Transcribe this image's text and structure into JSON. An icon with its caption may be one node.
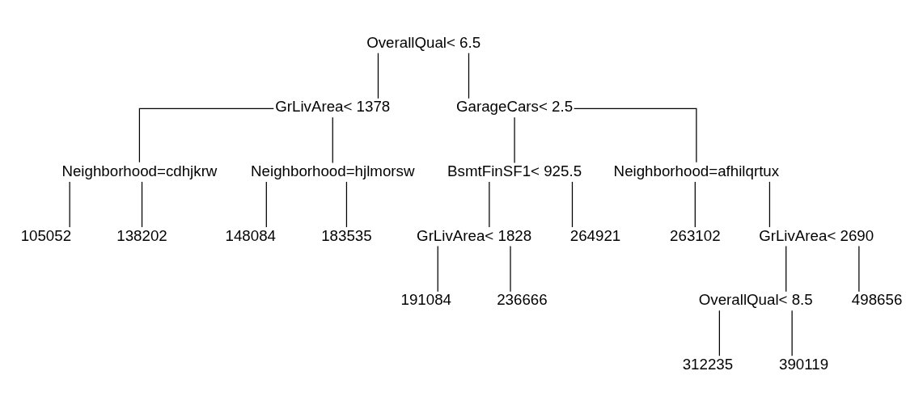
{
  "diagram": {
    "nodes": [
      {
        "text": [
          "OverallQual< 6.5"
        ]
      },
      {
        "text": [
          "GrLivArea< 1378"
        ]
      },
      {
        "text": [
          "GarageCars< 2.5"
        ]
      },
      {
        "text": [
          "Neighborhood=cdhjkrw"
        ]
      },
      {
        "text": [
          "Neighborhood=hjlmorsw"
        ]
      },
      {
        "text": [
          "BsmtFinSF1< 925.5"
        ]
      },
      {
        "text": [
          "Neighborhood=afhilqrtux"
        ]
      },
      {
        "text": [
          "105052"
        ]
      },
      {
        "text": [
          "138202"
        ]
      },
      {
        "text": [
          "148084"
        ]
      },
      {
        "text": [
          "183535"
        ]
      },
      {
        "text": [
          "GrLivArea< 1828"
        ]
      },
      {
        "text": [
          "264921"
        ]
      },
      {
        "text": [
          "263102"
        ]
      },
      {
        "text": [
          "GrLivArea< 2690"
        ]
      },
      {
        "text": [
          "191084"
        ]
      },
      {
        "text": [
          "236666"
        ]
      },
      {
        "text": [
          "OverallQual< 8.5"
        ]
      },
      {
        "text": [
          "498656"
        ]
      },
      {
        "text": [
          "312235"
        ]
      },
      {
        "text": [
          "390119"
        ]
      }
    ],
    "edges": [
      {
        "from": 0,
        "to": 1,
        "arrow": "none"
      },
      {
        "from": 1,
        "to": 3,
        "arrow": "none"
      },
      {
        "from": 3,
        "to": 7,
        "arrow": "none"
      },
      {
        "from": 3,
        "to": 8,
        "arrow": "none"
      },
      {
        "from": 1,
        "to": 4,
        "arrow": "none"
      },
      {
        "from": 4,
        "to": 9,
        "arrow": "none"
      },
      {
        "from": 4,
        "to": 10,
        "arrow": "none"
      },
      {
        "from": 0,
        "to": 2,
        "arrow": "none"
      },
      {
        "from": 2,
        "to": 5,
        "arrow": "none"
      },
      {
        "from": 5,
        "to": 11,
        "arrow": "none"
      },
      {
        "from": 11,
        "to": 15,
        "arrow": "none"
      },
      {
        "from": 11,
        "to": 16,
        "arrow": "none"
      },
      {
        "from": 5,
        "to": 12,
        "arrow": "none"
      },
      {
        "from": 2,
        "to": 6,
        "arrow": "none"
      },
      {
        "from": 6,
        "to": 13,
        "arrow": "none"
      },
      {
        "from": 6,
        "to": 14,
        "arrow": "none"
      },
      {
        "from": 14,
        "to": 17,
        "arrow": "none"
      },
      {
        "from": 17,
        "to": 19,
        "arrow": "none"
      },
      {
        "from": 17,
        "to": 20,
        "arrow": "none"
      },
      {
        "from": 14,
        "to": 18,
        "arrow": "none"
      }
    ]
  }
}
